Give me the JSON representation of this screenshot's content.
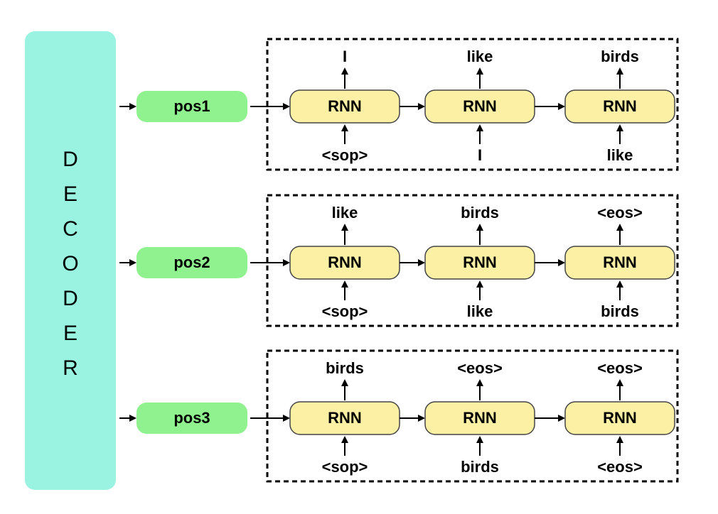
{
  "decoder": {
    "letters": [
      "D",
      "E",
      "C",
      "O",
      "D",
      "E",
      "R"
    ],
    "fill": "#99F3E0"
  },
  "colors": {
    "pos_fill": "#90F28E",
    "rnn_fill": "#FCF0A4",
    "rnn_stroke": "#444444",
    "line": "#000000"
  },
  "rows": [
    {
      "pos_label": "pos1",
      "cells": [
        {
          "label": "RNN",
          "input": "<sop>",
          "output": "I"
        },
        {
          "label": "RNN",
          "input": "I",
          "output": "like"
        },
        {
          "label": "RNN",
          "input": "like",
          "output": "birds"
        }
      ]
    },
    {
      "pos_label": "pos2",
      "cells": [
        {
          "label": "RNN",
          "input": "<sop>",
          "output": "like"
        },
        {
          "label": "RNN",
          "input": "like",
          "output": "birds"
        },
        {
          "label": "RNN",
          "input": "birds",
          "output": "<eos>"
        }
      ]
    },
    {
      "pos_label": "pos3",
      "cells": [
        {
          "label": "RNN",
          "input": "<sop>",
          "output": "birds"
        },
        {
          "label": "RNN",
          "input": "birds",
          "output": "<eos>"
        },
        {
          "label": "RNN",
          "input": "<eos>",
          "output": "<eos>"
        }
      ]
    }
  ]
}
